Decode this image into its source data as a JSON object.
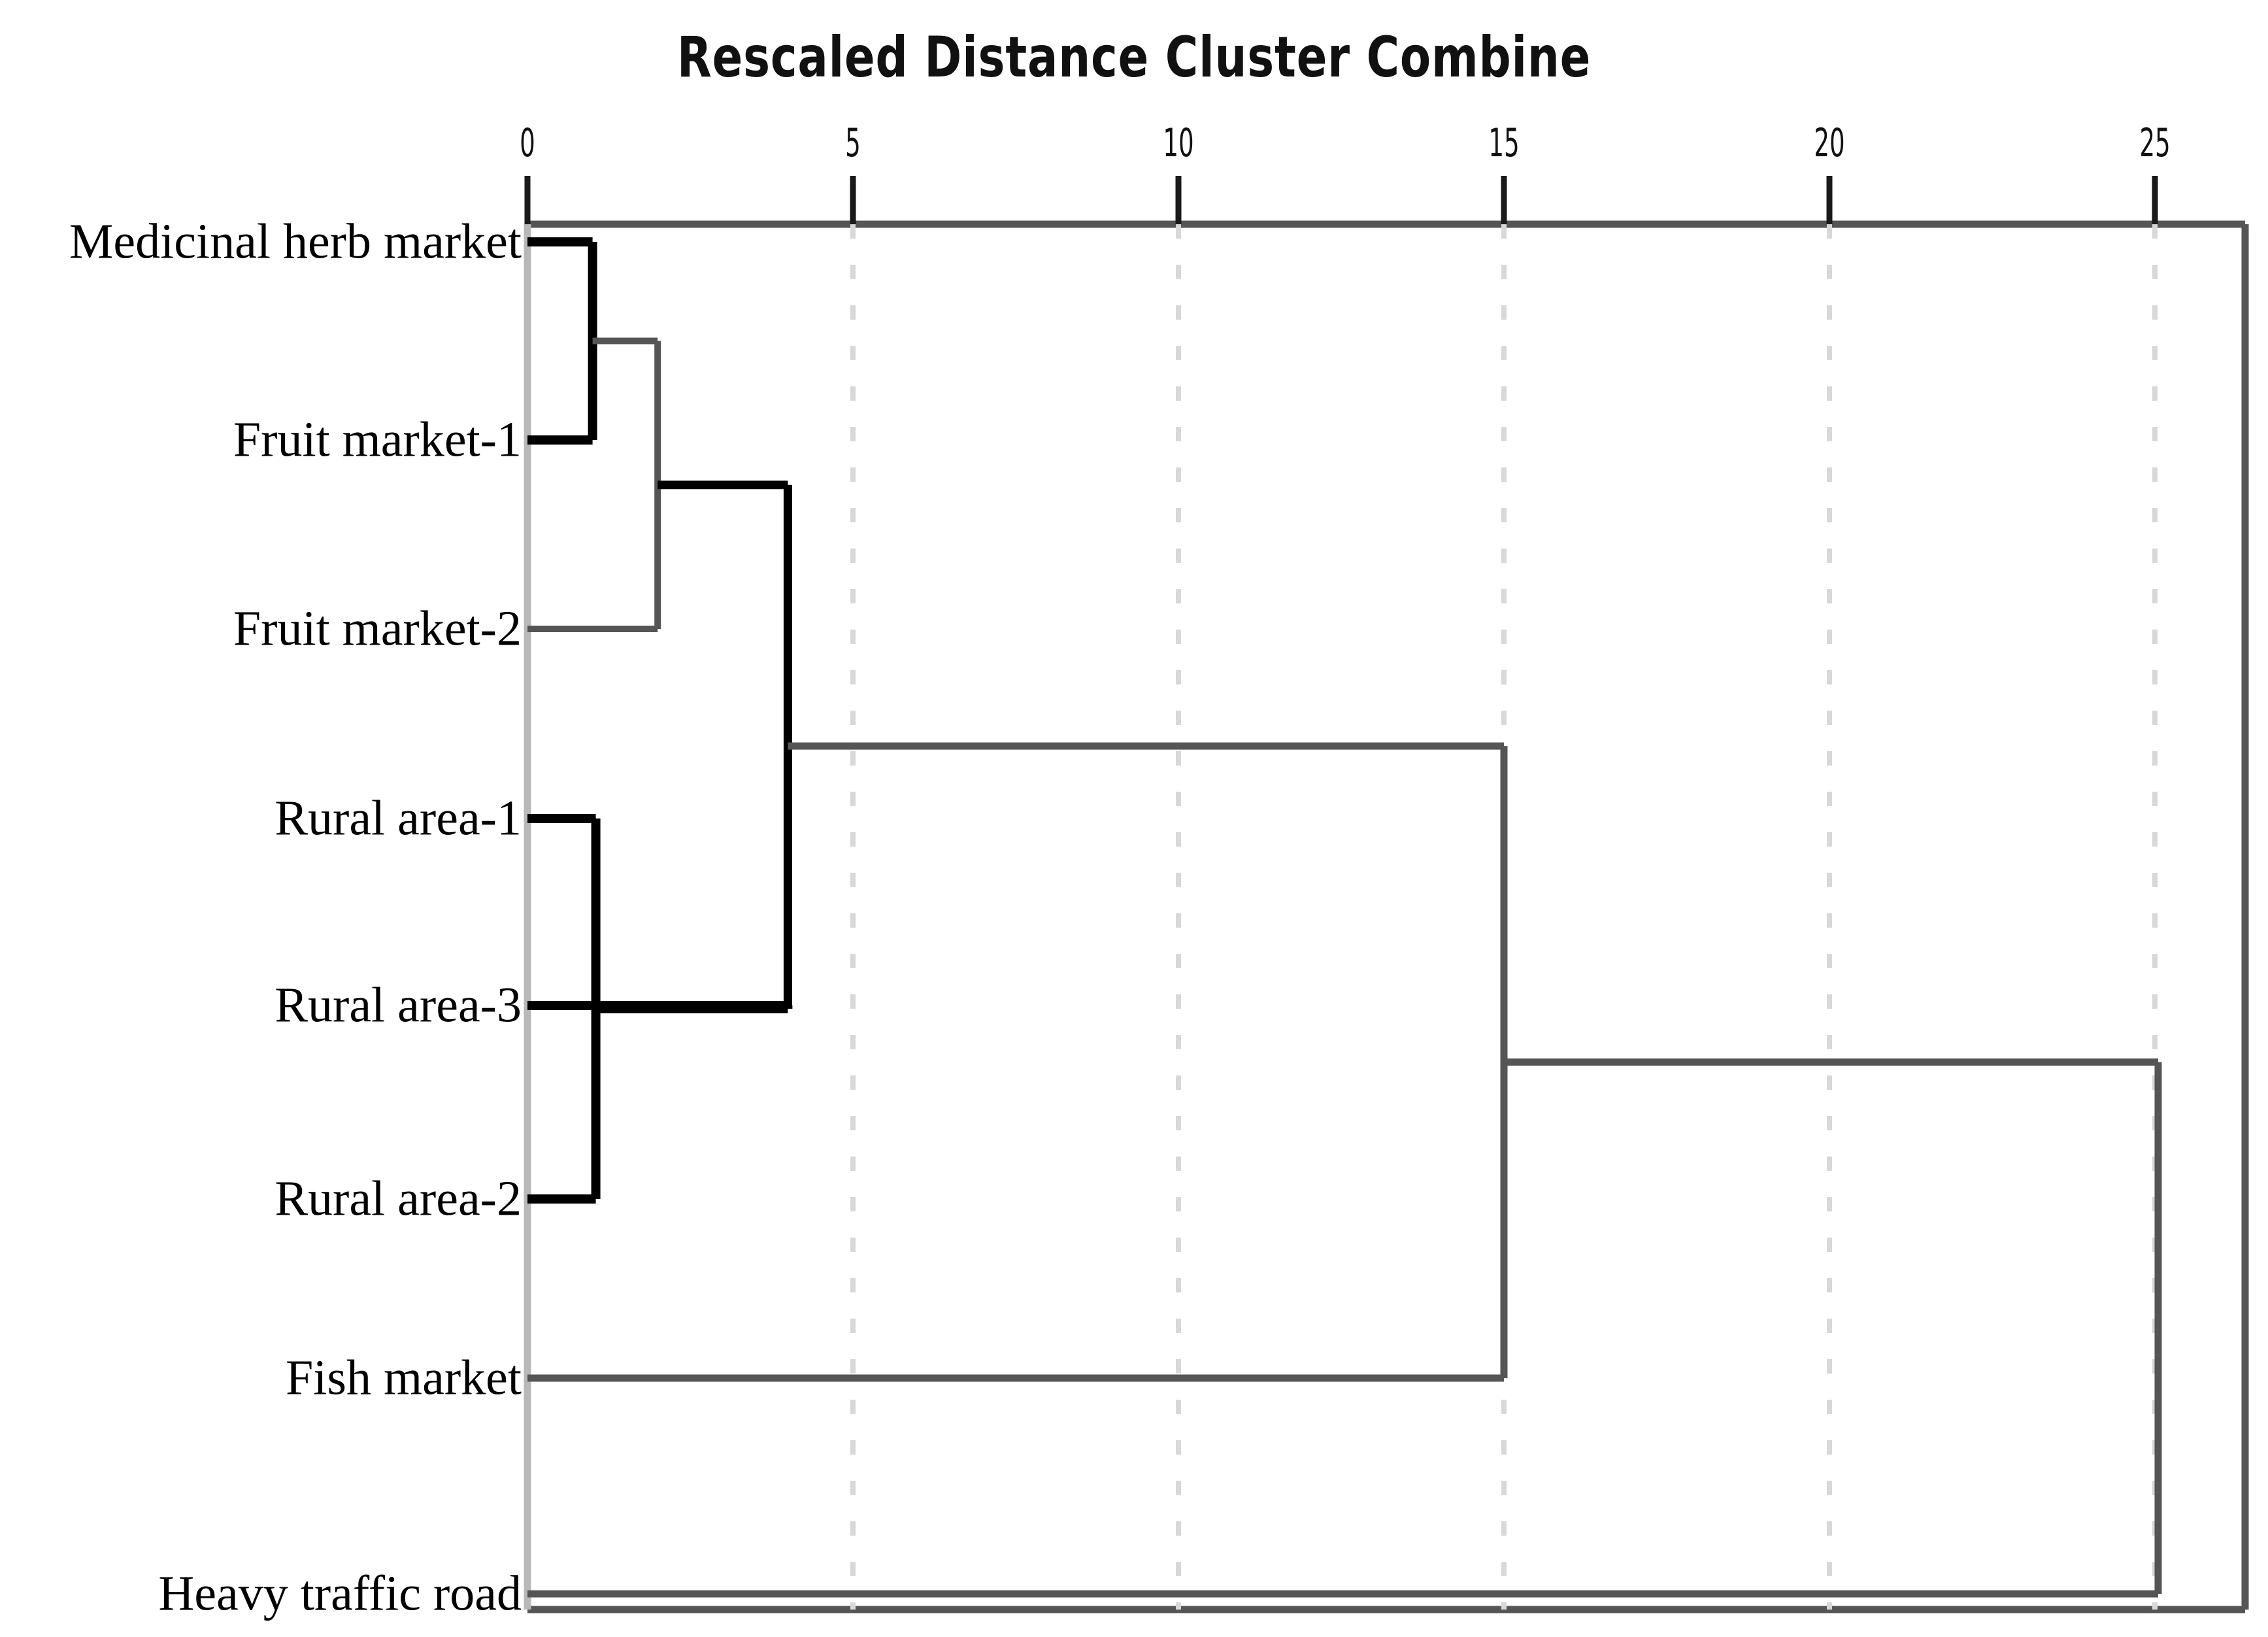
{
  "chart_data": {
    "type": "dendrogram",
    "title": "Rescaled Distance Cluster Combine",
    "xlabel": "",
    "ylabel": "",
    "xlim": [
      0,
      26.4
    ],
    "ticks": [
      0,
      5,
      10,
      15,
      20,
      25
    ],
    "tick_labels": [
      "0",
      "5",
      "10",
      "15",
      "20",
      "25"
    ],
    "grid": "vertical-dashed-at-ticks",
    "leaves": [
      "Medicinal herb market",
      "Fruit market-1",
      "Fruit market-2",
      "Rural area-1",
      "Rural area-3",
      "Rural area-2",
      "Fish market",
      "Heavy traffic road"
    ],
    "merges": [
      {
        "id": "m1",
        "children": [
          "Medicinal herb market",
          "Fruit market-1"
        ],
        "distance": 1.0
      },
      {
        "id": "m2",
        "children": [
          "m1",
          "Fruit market-2"
        ],
        "distance": 2.0
      },
      {
        "id": "m3",
        "children": [
          "Rural area-1",
          "Rural area-2"
        ],
        "distance": 1.05
      },
      {
        "id": "m4",
        "children": [
          "m3",
          "Rural area-3"
        ],
        "distance": 4.0
      },
      {
        "id": "m5",
        "children": [
          "m2",
          "m4"
        ],
        "distance": 4.0
      },
      {
        "id": "m6",
        "children": [
          "m5",
          "Fish market"
        ],
        "distance": 15.0
      },
      {
        "id": "m7",
        "children": [
          "m6",
          "Heavy traffic road"
        ],
        "distance": 25.05
      }
    ],
    "colors": {
      "link_dark": "#000000",
      "link_gray": "#555555",
      "axis": "#555555",
      "grid": "#d8d8d8",
      "text": "#111111"
    }
  },
  "axis": {
    "tick_values": [
      "0",
      "5",
      "10",
      "15",
      "20",
      "25"
    ]
  },
  "leaf_labels": {
    "l0": "Medicinal herb market",
    "l1": "Fruit market-1",
    "l2": "Fruit market-2",
    "l3": "Rural area-1",
    "l4": "Rural area-3",
    "l5": "Rural area-2",
    "l6": "Fish market",
    "l7": "Heavy traffic road"
  },
  "title": "Rescaled Distance Cluster Combine"
}
